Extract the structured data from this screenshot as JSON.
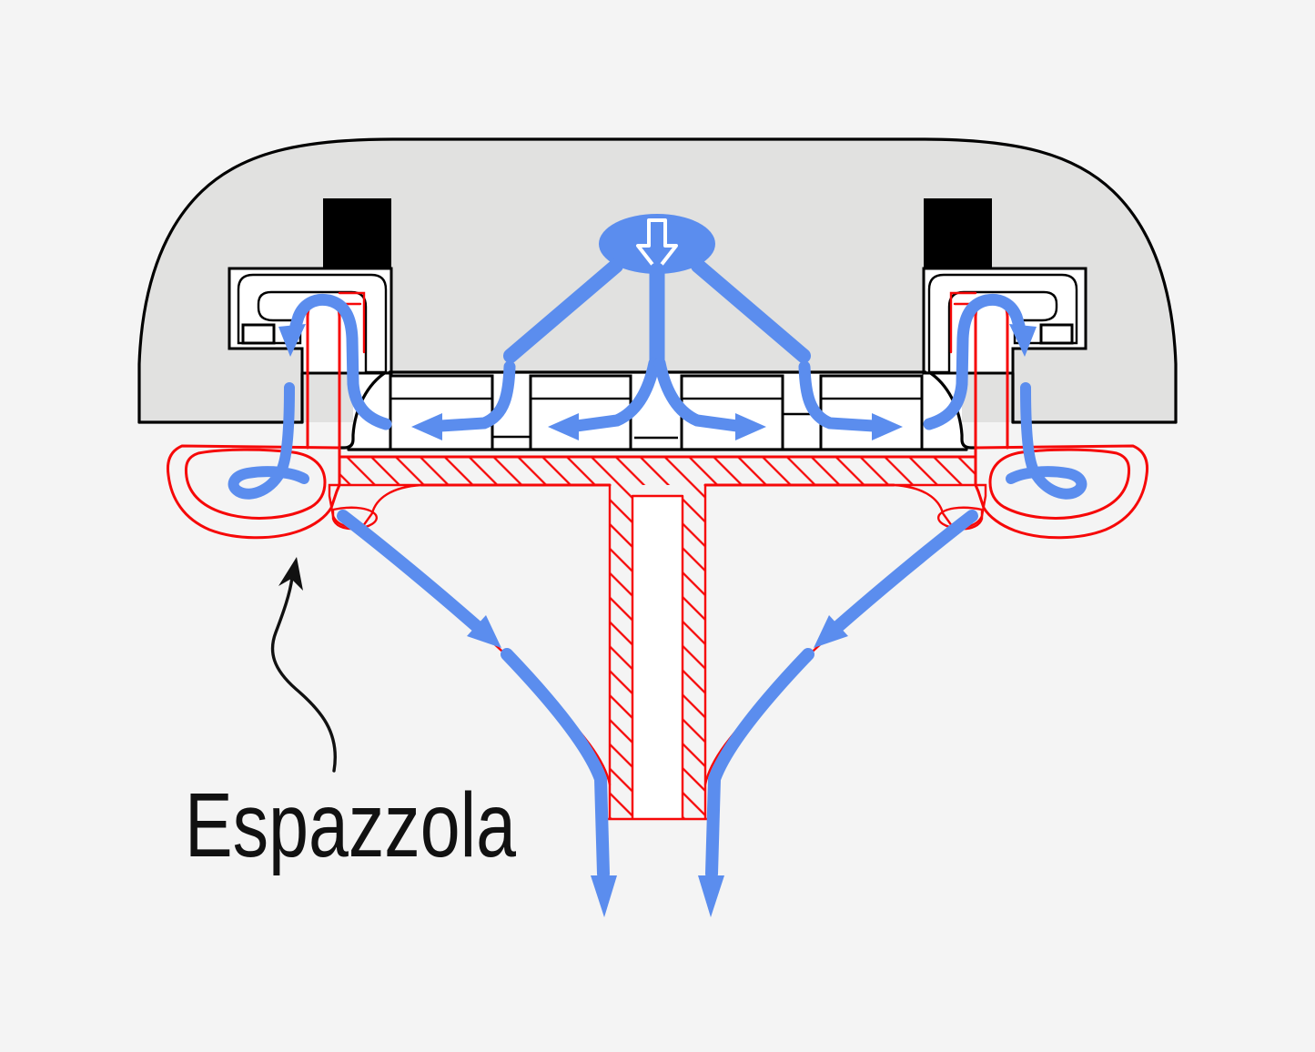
{
  "diagram": {
    "label": "Espazzola",
    "description_names": {
      "shell": "shower-head-shell",
      "red_part": "espazzola-brush-gasket",
      "blue_part": "water-flow-path"
    },
    "colors": {
      "background": "#f4f4f4",
      "shell_fill": "#e1e1e0",
      "outline": "#000000",
      "brush_red": "#f60808",
      "water_blue": "#5b8dee",
      "label_color": "#111111"
    },
    "icons": {
      "inlet": "down-arrow-icon",
      "flow": "flow-arrowhead-icon",
      "pointer": "curved-pointer-arrow-icon"
    }
  }
}
